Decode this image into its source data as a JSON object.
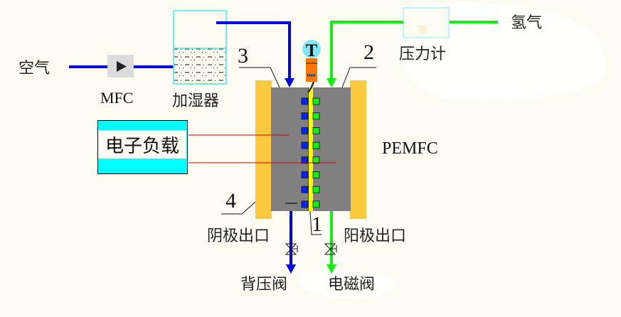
{
  "diagram": {
    "title": "PEMFC test system schematic",
    "colors": {
      "background": "#fdfcf2",
      "air_line": "#0000e0",
      "hydrogen_line": "#11ee11",
      "end_plate": "#fcc93e",
      "flow_plate": "#808080",
      "membrane": "#ffff00",
      "cathode_channel": "#0022ff",
      "anode_channel": "#11ee11",
      "electrical_wire": "#cc0000",
      "humidifier_border": "#44e8e8",
      "load_fill": "#00ffff",
      "thermocouple_body": "#ff7700",
      "thermocouple_head": "#80e8f4"
    },
    "labels": {
      "air": "空气",
      "mfc": "MFC",
      "humidifier": "加湿器",
      "hydrogen": "氢气",
      "pressure_gauge": "压力计",
      "electronic_load": "电子负载",
      "pemfc": "PEMFC",
      "cathode_outlet": "阴极出口",
      "anode_outlet": "阳极出口",
      "back_pressure_valve": "背压阀",
      "solenoid_valve": "电磁阀",
      "thermocouple": "T",
      "minus_sign": "—"
    },
    "callouts": [
      "1",
      "2",
      "3",
      "4"
    ],
    "channel_pairs": 8
  }
}
